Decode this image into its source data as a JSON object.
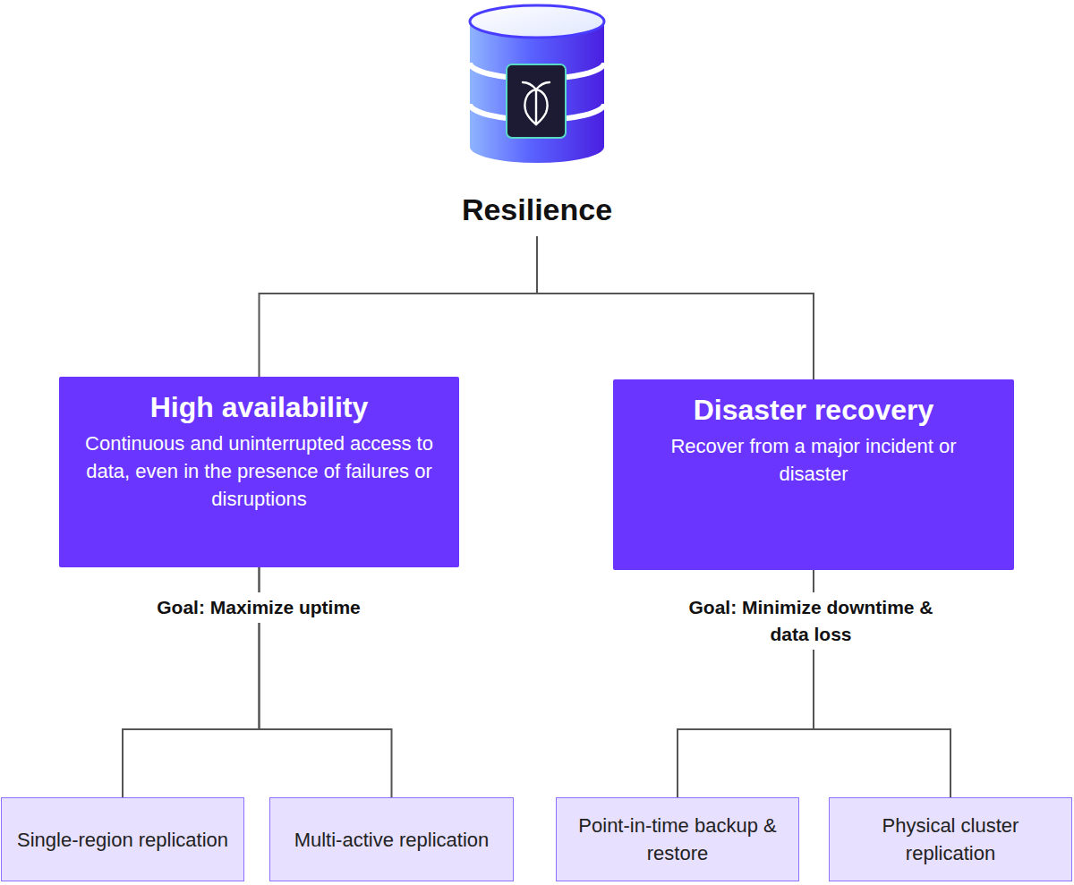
{
  "diagram": {
    "nodes": [
      {
        "text": [
          "Resilience"
        ]
      },
      {
        "text": [
          "High availability",
          "Continuous and uninterrupted access to data, even in the presence of failures or disruptions"
        ]
      },
      {
        "text": [
          "Disaster recovery",
          "Recover from a major incident or disaster"
        ]
      },
      {
        "text": [
          "Single-region replication"
        ]
      },
      {
        "text": [
          "Multi-active replication"
        ]
      },
      {
        "text": [
          "Point-in-time backup & restore"
        ]
      },
      {
        "text": [
          "Physical cluster replication"
        ]
      }
    ],
    "edges": [
      {
        "from": 0,
        "to": 1,
        "arrow": "none"
      },
      {
        "from": 0,
        "to": 2,
        "arrow": "none"
      },
      {
        "from": 1,
        "to": 3,
        "arrow": "none"
      },
      {
        "from": 1,
        "to": 4,
        "arrow": "none"
      },
      {
        "from": 2,
        "to": 5,
        "arrow": "none"
      },
      {
        "from": 2,
        "to": 6,
        "arrow": "none"
      }
    ],
    "labels": [
      "Goal: Maximize uptime",
      "Goal: Minimize downtime & data loss"
    ]
  }
}
